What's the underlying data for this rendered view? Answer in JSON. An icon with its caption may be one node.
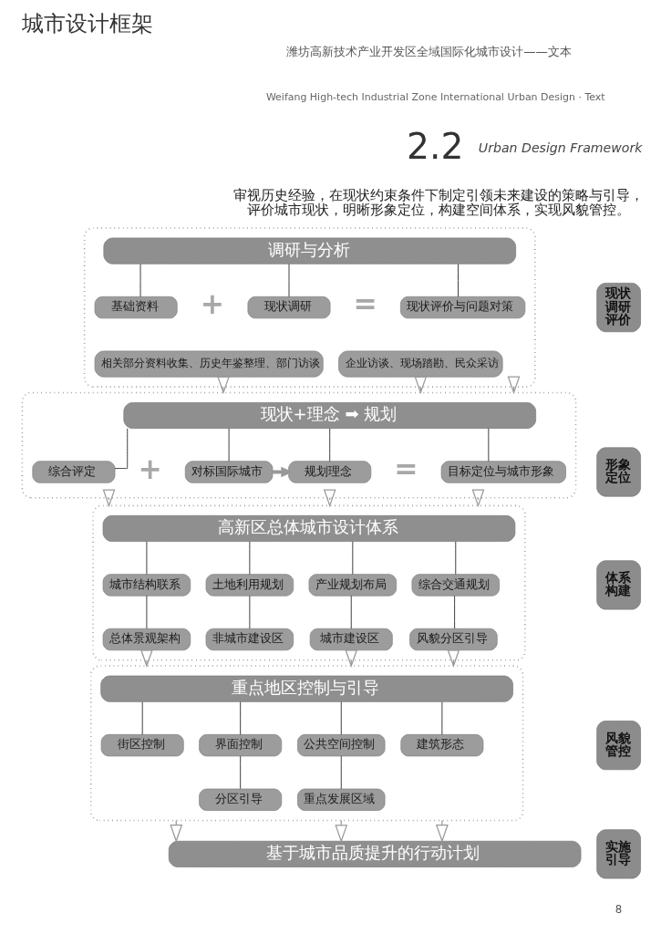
{
  "diagram": {
    "title": "城市设计框架",
    "nodes": [
      {
        "text": [
          "现状调研评价"
        ]
      },
      {
        "text": [],
        "shape": "box"
      },
      {
        "text": [
          "调研与分析"
        ],
        "in": 1
      },
      {
        "text": [
          "基础资料"
        ],
        "in": 1
      },
      {
        "text": [
          "现状调研"
        ],
        "in": 1
      },
      {
        "text": [
          "现状评价与问题对策"
        ],
        "in": 1
      },
      {
        "text": [
          "相关部分资料收集、历史年鉴整理、部门访谈"
        ],
        "in": 1
      },
      {
        "text": [
          "企业访谈、现场踏勘、民众采访"
        ],
        "in": 1
      },
      {
        "text": [
          "形象定位"
        ]
      },
      {
        "text": [],
        "shape": "box"
      },
      {
        "text": [
          "现状+理念 ➡ 规划"
        ],
        "in": 9
      },
      {
        "text": [
          "综合评定"
        ],
        "in": 9
      },
      {
        "text": [
          "对标国际城市"
        ],
        "in": 9
      },
      {
        "text": [
          "规划理念"
        ],
        "in": 9
      },
      {
        "text": [
          "目标定位与城市形象"
        ],
        "in": 9
      },
      {
        "text": [
          "体系构建"
        ]
      },
      {
        "text": [],
        "shape": "box"
      },
      {
        "text": [
          "高新区总体城市设计体系"
        ],
        "in": 16
      },
      {
        "text": [
          "城市结构联系"
        ],
        "in": 16
      },
      {
        "text": [
          "土地利用规划"
        ],
        "in": 16
      },
      {
        "text": [
          "产业规划布局"
        ],
        "in": 16
      },
      {
        "text": [
          "综合交通规划"
        ],
        "in": 16
      },
      {
        "text": [
          "总体景观架构"
        ],
        "in": 16
      },
      {
        "text": [
          "非城市建设区"
        ],
        "in": 16
      },
      {
        "text": [
          "城市建设区"
        ],
        "in": 16
      },
      {
        "text": [
          "风貌分区引导"
        ],
        "in": 16
      },
      {
        "text": [
          "风貌管控"
        ]
      },
      {
        "text": [],
        "shape": "box"
      },
      {
        "text": [
          "重点地区控制与引导"
        ],
        "in": 27
      },
      {
        "text": [
          "街区控制"
        ],
        "in": 27
      },
      {
        "text": [
          "界面控制"
        ],
        "in": 27
      },
      {
        "text": [
          "公共空间控制"
        ],
        "in": 27
      },
      {
        "text": [
          "建筑形态"
        ],
        "in": 27
      },
      {
        "text": [
          "分区引导"
        ],
        "in": 27
      },
      {
        "text": [
          "重点发展区域"
        ],
        "in": 27
      },
      {
        "text": [
          "实施引导"
        ]
      },
      {
        "text": [
          "基于城市品质提升的行动计划"
        ]
      }
    ],
    "edges": [
      {
        "from": 2,
        "to": 3,
        "arrow": "none"
      },
      {
        "from": 2,
        "to": 4,
        "arrow": "none"
      },
      {
        "from": 2,
        "to": 5,
        "arrow": "none"
      },
      {
        "from": 1,
        "to": 9,
        "arrow": "to",
        "color": "#999999"
      },
      {
        "from": 1,
        "to": 9,
        "arrow": "to",
        "color": "#999999"
      },
      {
        "from": 1,
        "to": 9,
        "arrow": "to",
        "color": "#999999"
      },
      {
        "from": 10,
        "to": 11,
        "arrow": "none"
      },
      {
        "from": 10,
        "to": 12,
        "arrow": "none"
      },
      {
        "from": 10,
        "to": 13,
        "arrow": "none"
      },
      {
        "from": 10,
        "to": 14,
        "arrow": "none"
      },
      {
        "from": 12,
        "to": 13,
        "arrow": "to",
        "style": "thick",
        "color": "#999999"
      },
      {
        "from": 9,
        "to": 16,
        "arrow": "to",
        "color": "#999999"
      },
      {
        "from": 9,
        "to": 16,
        "arrow": "to",
        "color": "#999999"
      },
      {
        "from": 9,
        "to": 16,
        "arrow": "to",
        "color": "#999999"
      },
      {
        "from": 17,
        "to": 18,
        "arrow": "none"
      },
      {
        "from": 17,
        "to": 19,
        "arrow": "none"
      },
      {
        "from": 17,
        "to": 20,
        "arrow": "none"
      },
      {
        "from": 17,
        "to": 21,
        "arrow": "none"
      },
      {
        "from": 18,
        "to": 22,
        "arrow": "none"
      },
      {
        "from": 19,
        "to": 23,
        "arrow": "none"
      },
      {
        "from": 20,
        "to": 24,
        "arrow": "none"
      },
      {
        "from": 21,
        "to": 25,
        "arrow": "none"
      },
      {
        "from": 16,
        "to": 27,
        "arrow": "to",
        "color": "#999999"
      },
      {
        "from": 16,
        "to": 27,
        "arrow": "to",
        "color": "#999999"
      },
      {
        "from": 16,
        "to": 27,
        "arrow": "to",
        "color": "#999999"
      },
      {
        "from": 28,
        "to": 29,
        "arrow": "none"
      },
      {
        "from": 28,
        "to": 30,
        "arrow": "none"
      },
      {
        "from": 28,
        "to": 31,
        "arrow": "none"
      },
      {
        "from": 28,
        "to": 32,
        "arrow": "none"
      },
      {
        "from": 30,
        "to": 33,
        "arrow": "none"
      },
      {
        "from": 31,
        "to": 34,
        "arrow": "none"
      },
      {
        "from": 27,
        "to": 36,
        "arrow": "to",
        "color": "#999999"
      },
      {
        "from": 27,
        "to": 36,
        "arrow": "to",
        "color": "#999999"
      },
      {
        "from": 27,
        "to": 36,
        "arrow": "to",
        "color": "#999999"
      }
    ],
    "labels": [
      "潍坊高新技术产业开发区全域国际化城市设计——文本",
      "Weifang High-tech Industrial Zone International Urban Design · Text",
      "2.2",
      "Urban Design Framework",
      "审视历史经验，在现状约束条件下制定引领未来建设的策略与引导，评价城市现状，明晰形象定位，构建空间体系，实现风貌管控。",
      "+",
      "=",
      "+",
      "=",
      "8"
    ]
  }
}
